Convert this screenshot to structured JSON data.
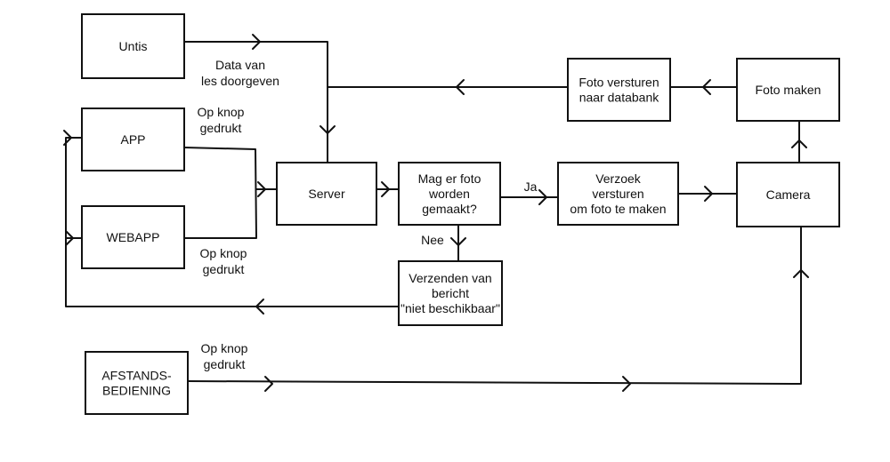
{
  "nodes": {
    "untis": [
      "Untis"
    ],
    "app": [
      "APP"
    ],
    "webapp": [
      "WEBAPP"
    ],
    "afstandsbediening": [
      "AFSTANDS-",
      "BEDIENING"
    ],
    "server": [
      "Server"
    ],
    "decision": [
      "Mag er foto",
      "worden",
      "gemaakt?"
    ],
    "verzenden": [
      "Verzenden van",
      "bericht",
      "\"niet beschikbaar\""
    ],
    "verzoek": [
      "Verzoek",
      "versturen",
      "om foto te maken"
    ],
    "camera": [
      "Camera"
    ],
    "foto_versturen": [
      "Foto versturen",
      "naar databank"
    ],
    "foto_maken": [
      "Foto maken"
    ]
  },
  "edge_labels": {
    "untis_data": [
      "Data van",
      "les doorgeven"
    ],
    "app_knop": [
      "Op knop",
      "gedrukt"
    ],
    "webapp_knop": [
      "Op knop",
      "gedrukt"
    ],
    "afstand_knop": [
      "Op knop",
      "gedrukt"
    ],
    "ja": [
      "Ja"
    ],
    "nee": [
      "Nee"
    ]
  }
}
